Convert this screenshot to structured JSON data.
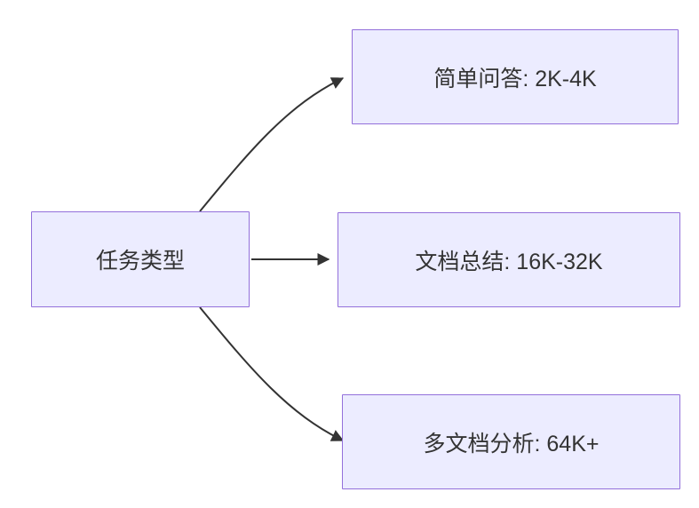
{
  "diagram": {
    "type": "flowchart",
    "direction": "left-to-right",
    "root": {
      "id": "task-type",
      "label": "任务类型"
    },
    "nodes": [
      {
        "id": "simple-qa",
        "label": "简单问答: 2K-4K"
      },
      {
        "id": "doc-summary",
        "label": "文档总结: 16K-32K"
      },
      {
        "id": "multi-doc",
        "label": "多文档分析: 64K+"
      }
    ],
    "edges": [
      {
        "from": "task-type",
        "to": "simple-qa"
      },
      {
        "from": "task-type",
        "to": "doc-summary"
      },
      {
        "from": "task-type",
        "to": "multi-doc"
      }
    ],
    "colors": {
      "node_fill": "#ECECFF",
      "node_border": "#9370DB",
      "arrow": "#333333",
      "text": "#333333"
    }
  }
}
